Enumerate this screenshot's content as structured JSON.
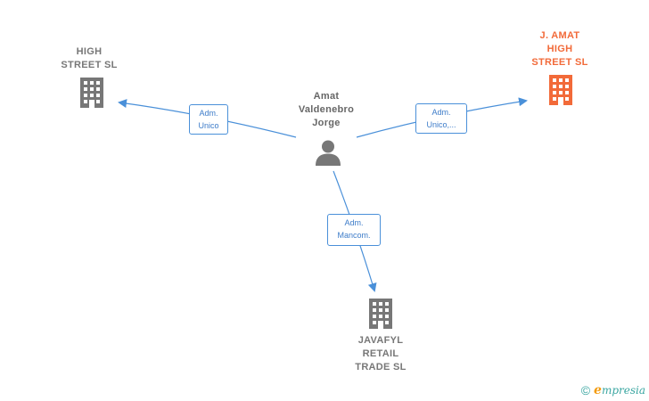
{
  "nodes": {
    "high_street": {
      "label": "HIGH\nSTREET  SL",
      "icon": "building-icon",
      "color": "#777777"
    },
    "j_amat": {
      "label": "J.  AMAT\nHIGH\nSTREET  SL",
      "icon": "building-icon",
      "color": "#f26a39"
    },
    "person": {
      "label": "Amat\nValdenebro\nJorge",
      "icon": "person-icon",
      "color": "#777777"
    },
    "javafyl": {
      "label": "JAVAFYL\nRETAIL\nTRADE SL",
      "icon": "building-icon",
      "color": "#777777"
    }
  },
  "edges": {
    "to_high_street": {
      "label": "Adm.\nUnico"
    },
    "to_j_amat": {
      "label": "Adm.\nUnico,..."
    },
    "to_javafyl": {
      "label": "Adm.\nMancom."
    }
  },
  "footer": {
    "copyright": "©",
    "brand_initial": "e",
    "brand_rest": "mpresia"
  },
  "colors": {
    "edge": "#4a90d9",
    "highlight": "#f26a39",
    "neutral": "#777777",
    "brand": "#3aa6a1"
  }
}
